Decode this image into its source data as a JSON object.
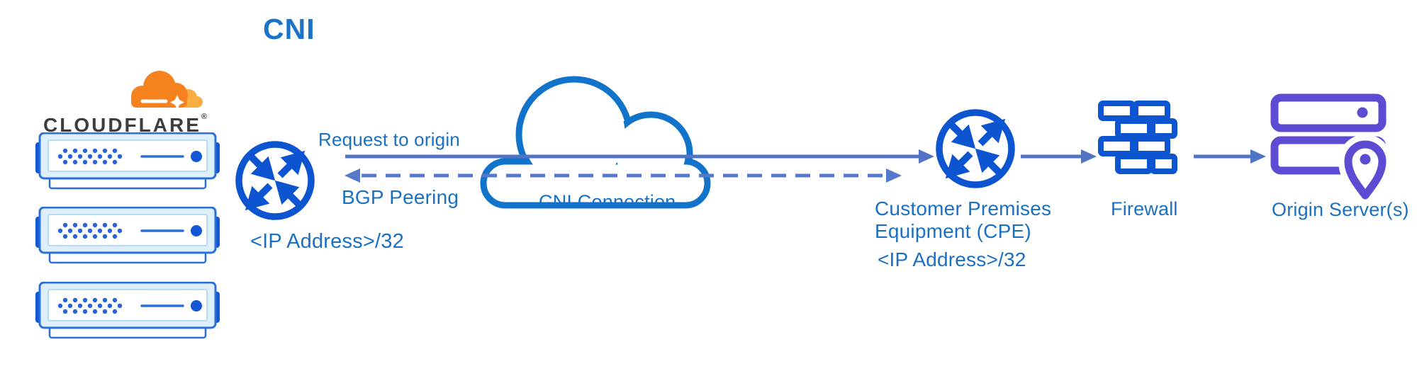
{
  "title": "CNI",
  "brand": {
    "wordmark": "CLOUDFLARE",
    "registered": "®"
  },
  "flow": {
    "request_label": "Request to origin",
    "bgp_label": "BGP Peering",
    "edge_router_ip": "<IP Address>/32",
    "cloud_label": "CNI Connection",
    "cpe_name_line1": "Customer Premises",
    "cpe_name_line2": "Equipment (CPE)",
    "cpe_ip": "<IP Address>/32",
    "firewall_label": "Firewall",
    "origin_label": "Origin Server(s)"
  },
  "icons": {
    "cloudflare_logo": "cloudflare-cloud-logo",
    "servers": "cloudflare-edge-server (x3)",
    "edge_router": "router-icon",
    "cni_cloud": "network-cloud",
    "cpe_router": "router-icon",
    "firewall": "brick-wall-firewall-icon",
    "origin_server": "origin-server-with-location-pin"
  },
  "colors": {
    "text_blue": "#1a70c3",
    "icon_blue": "#0d55d0",
    "server_border_blue": "#2b6fd9",
    "cloud_stroke_blue": "#1173c9",
    "line_slate_blue": "#5073c6",
    "origin_purple": "#5c4bd3",
    "logo_orange": "#f6821f",
    "logo_light_orange": "#fbad41",
    "wordmark_gray": "#3d3d3f"
  }
}
